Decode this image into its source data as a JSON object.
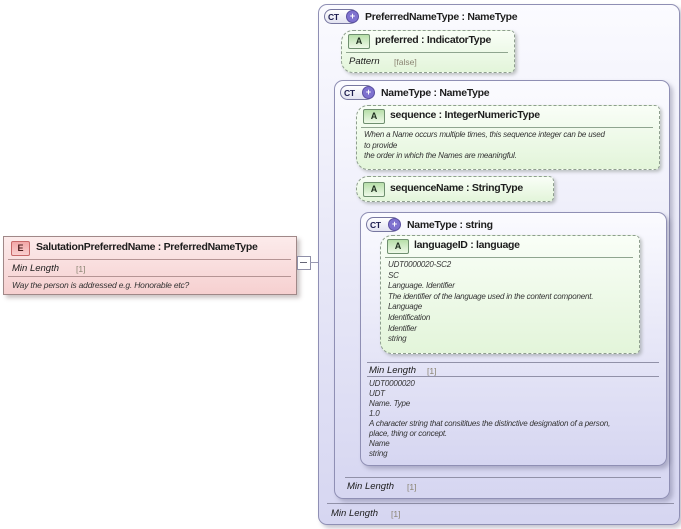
{
  "badges": {
    "element": "E",
    "attribute": "A",
    "complex_type": "CT",
    "plus": "+"
  },
  "colors": {
    "element_fill": "#f6d0d0",
    "element_badge": "#f2a8a8",
    "attribute_fill": "#e3f5da",
    "attribute_badge": "#b7dfa9",
    "complextype_fill": "#dcdcf5",
    "accent_purple": "#7f72cf",
    "connector_line": "#9a9ab2"
  },
  "element": {
    "title": "SalutationPreferredName : PreferredNameType",
    "facet_label": "Min Length",
    "facet_value": "[1]",
    "annotation": "Way the person is addressed e.g. Honorable etc?"
  },
  "outer": {
    "title": "PreferredNameType : NameType",
    "facet_label": "Min Length",
    "facet_value": "[1]",
    "attr_preferred": {
      "title": "preferred : IndicatorType",
      "facet_label": "Pattern",
      "facet_value": "[false]"
    },
    "inner": {
      "title": "NameType : NameType",
      "facet_label": "Min Length",
      "facet_value": "[1]",
      "attr_sequence": {
        "title": "sequence : IntegerNumericType",
        "annotation": "When a Name occurs multiple times, this sequence integer can be used\nto provide\nthe order in which the Names are meaningful."
      },
      "attr_sequence_name": {
        "title": "sequenceName : StringType"
      },
      "string_box": {
        "title": "NameType : string",
        "attr_language_id": {
          "title": "languageID : language",
          "annotation": "UDT0000020-SC2\nSC\nLanguage. Identifier\nThe identifier of the language used in the content component.\nLanguage\nIdentification\nIdentifier\nstring"
        },
        "facet": {
          "label": "Min Length",
          "value": "[1]",
          "annotation": "UDT0000020\nUDT\nName. Type\n1.0\nA character string that consititues the distinctive designation of a person,\nplace, thing or concept.\nName\nstring"
        }
      }
    }
  }
}
